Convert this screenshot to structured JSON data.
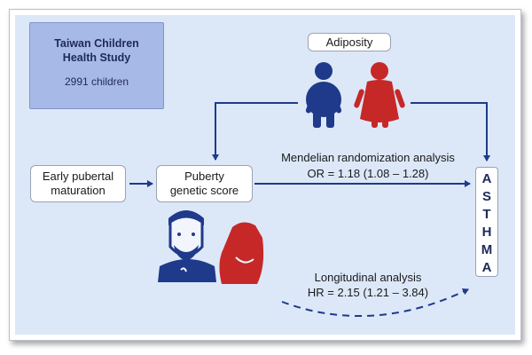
{
  "study": {
    "title_line1": "Taiwan Children",
    "title_line2": "Health Study",
    "count": "2991 children"
  },
  "adiposity": {
    "label": "Adiposity"
  },
  "early_pubertal": {
    "line1": "Early pubertal",
    "line2": "maturation"
  },
  "puberty_score": {
    "line1": "Puberty",
    "line2": "genetic score"
  },
  "mendelian": {
    "title": "Mendelian randomization analysis",
    "stat": "OR = 1.18 (1.08 – 1.28)"
  },
  "longitudinal": {
    "title": "Longitudinal analysis",
    "stat": "HR = 2.15 (1.21 – 3.84)"
  },
  "outcome": {
    "letters": [
      "A",
      "S",
      "T",
      "H",
      "M",
      "A"
    ]
  },
  "icons": {
    "male_obese": "male-obese-figure-icon",
    "female_obese": "female-obese-figure-icon",
    "male_face": "bearded-man-icon",
    "female_torso": "female-torso-icon"
  },
  "colors": {
    "navy": "#1f3a8a",
    "red": "#c62828",
    "panel": "#dce8f8",
    "study_box": "#a7b9e6"
  }
}
